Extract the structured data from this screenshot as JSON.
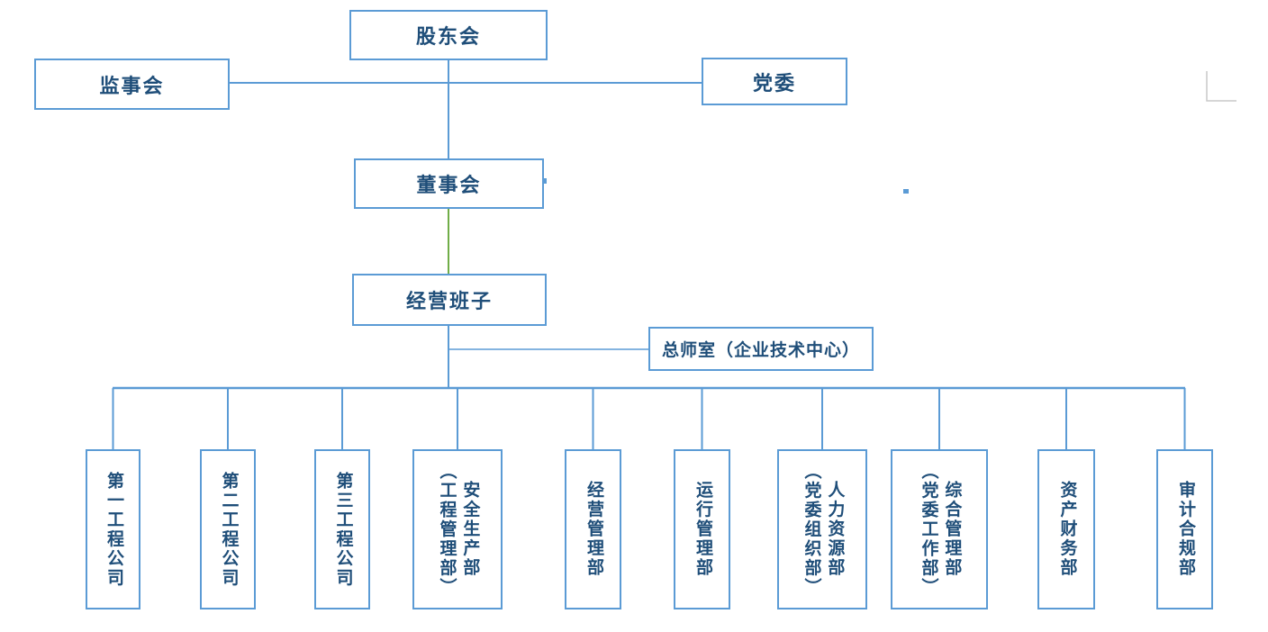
{
  "chart_title": "",
  "colors": {
    "line": "#5B9BD5",
    "text": "#1F4E79",
    "green_link": "#70AD47",
    "artifact_gray": "#C9C9C9"
  },
  "nodes": {
    "shareholders": {
      "label": "股东会"
    },
    "supervisory": {
      "label": "监事会"
    },
    "party": {
      "label": "党委"
    },
    "board": {
      "label": "董事会"
    },
    "management": {
      "label": "经营班子"
    },
    "chief_office": {
      "label": "总师室（企业技术中心）"
    }
  },
  "departments": [
    {
      "main": "第一工程公司"
    },
    {
      "main": "第二工程公司"
    },
    {
      "main": "第三工程公司"
    },
    {
      "main": "安全生产部",
      "paren": "（工程管理部）"
    },
    {
      "main": "经营管理部"
    },
    {
      "main": "运行管理部"
    },
    {
      "main": "人力资源部",
      "paren": "（党委组织部）"
    },
    {
      "main": "综合管理部",
      "paren": "（党委工作部）"
    },
    {
      "main": "资产财务部"
    },
    {
      "main": "审计合规部"
    }
  ]
}
